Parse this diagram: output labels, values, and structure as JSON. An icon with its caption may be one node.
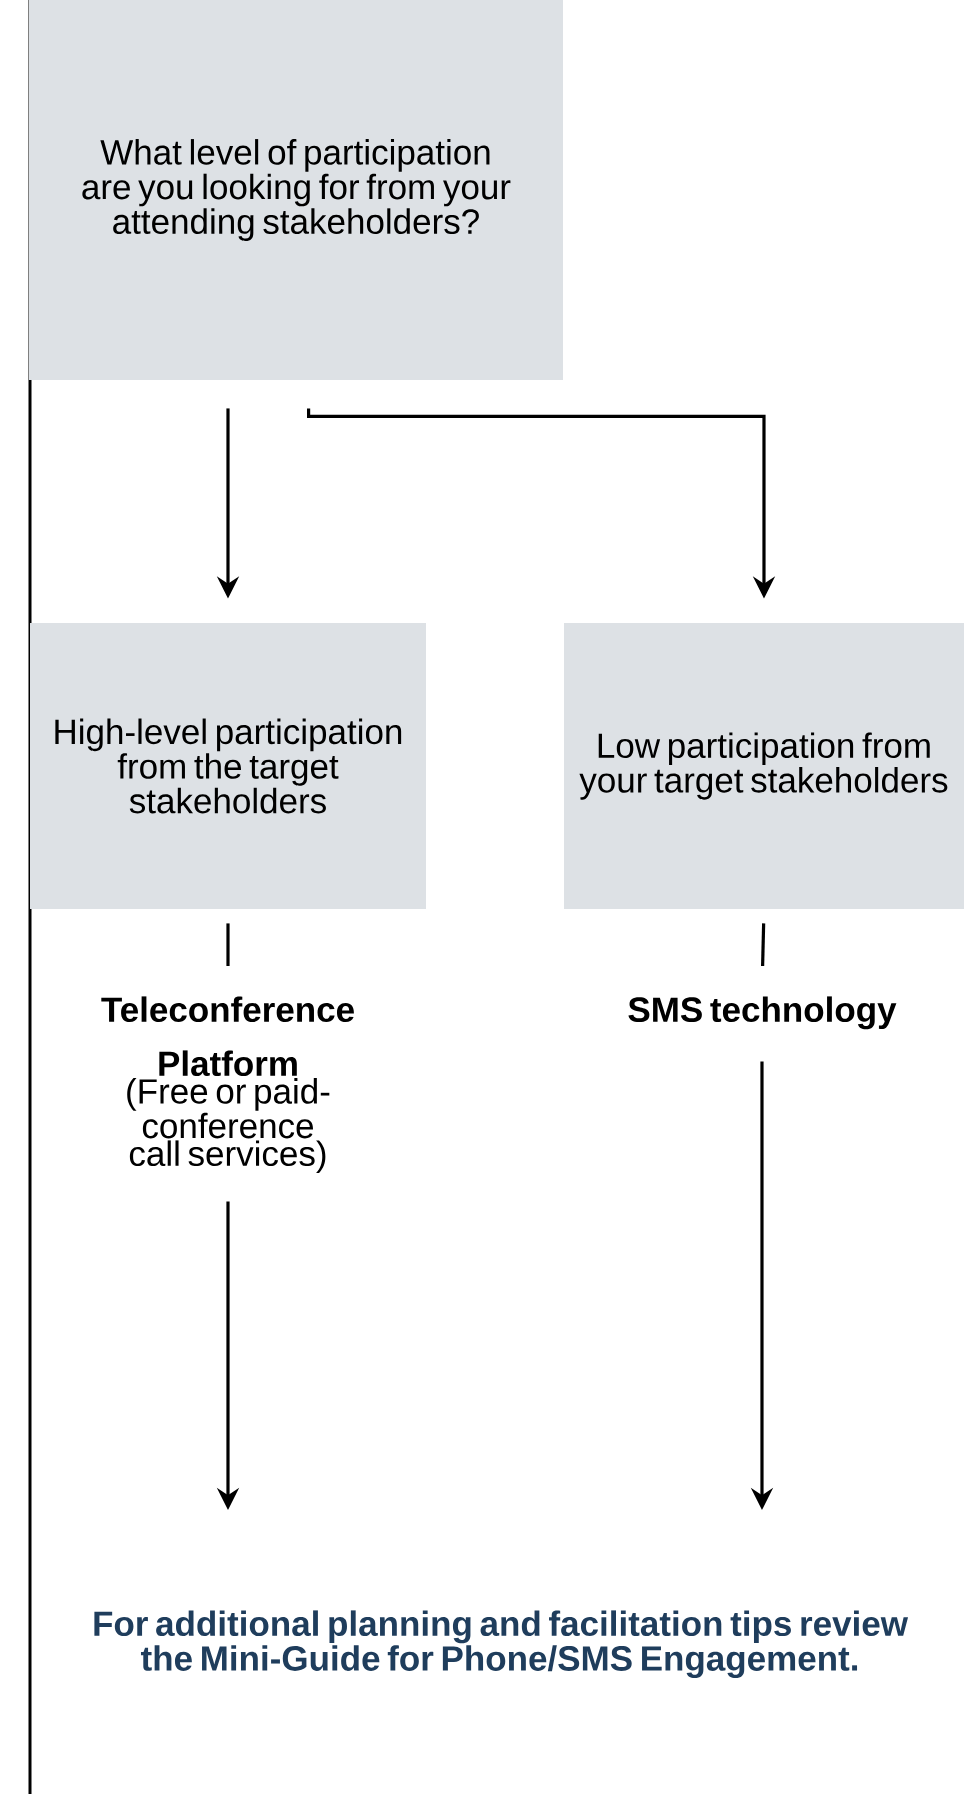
{
  "diagram": {
    "nodes": [
      {
        "text": [
          "What level of participation are you looking for from your attending stakeholders?"
        ]
      },
      {
        "text": [
          "High-level participation from the target stakeholders"
        ]
      },
      {
        "text": [
          "Low participation from your target stakeholders"
        ]
      },
      {
        "text": [
          "Teleconference Platform",
          "(Free or paid-conference call services)"
        ]
      },
      {
        "text": [
          "SMS technology"
        ]
      },
      {
        "text": [
          "For additional planning and facilitation tips review the Mini-Guide for Phone/SMS Engagement."
        ]
      }
    ],
    "edges": [
      {
        "from": 0,
        "to": 1,
        "arrow": "to"
      },
      {
        "from": 0,
        "to": 2,
        "arrow": "to"
      },
      {
        "from": 1,
        "to": 3,
        "arrow": "none"
      },
      {
        "from": 2,
        "to": 4,
        "arrow": "none"
      },
      {
        "from": 3,
        "to": 5,
        "arrow": "to"
      },
      {
        "from": 4,
        "to": 5,
        "arrow": "to"
      }
    ]
  }
}
